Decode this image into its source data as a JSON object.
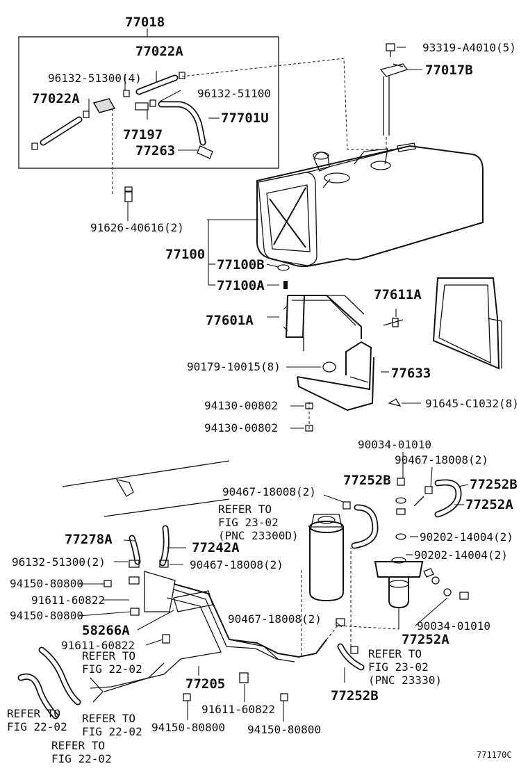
{
  "labels": {
    "l77018": "77018",
    "l77022A_top": "77022A",
    "l96132_51300_4": "96132-51300(4)",
    "l77022A_left": "77022A",
    "l96132_51100": "96132-51100",
    "l77701U": "77701U",
    "l77197": "77197",
    "l77263": "77263",
    "l93319": "93319-A4010(5)",
    "l77017B": "77017B",
    "l91626": "91626-40616(2)",
    "l77100": "77100",
    "l77100B": "77100B",
    "l77100A": "77100A",
    "l77611A": "77611A",
    "l77601A": "77601A",
    "l90179": "90179-10015(8)",
    "l77633": "77633",
    "l94130_a": "94130-00802",
    "l91645": "91645-C1032(8)",
    "l94130_b": "94130-00802",
    "l90034_top": "90034-01010",
    "l90467_topright": "90467-18008(2)",
    "l90467_mid": "90467-18008(2)",
    "l77252B_a": "77252B",
    "l77252B_b": "77252B",
    "l77252A_a": "77252A",
    "refer_2302_a_1": "REFER TO",
    "refer_2302_a_2": "FIG 23-02",
    "refer_2302_a_3": "(PNC 23300D)",
    "l90202_a": "90202-14004(2)",
    "l90202_b": "90202-14004(2)",
    "l77278A": "77278A",
    "l77242A": "77242A",
    "l96132_51300_2": "96132-51300(2)",
    "l90467_left": "90467-18008(2)",
    "l94150_a": "94150-80800",
    "l91611_a": "91611-60822",
    "l94150_b": "94150-80800",
    "l58266A": "58266A",
    "l90467_low": "90467-18008(2)",
    "l90034_low": "90034-01010",
    "l91611_b": "91611-60822",
    "l77252A_b": "77252A",
    "refer_2202_a_1": "REFER TO",
    "refer_2202_a_2": "FIG 22-02",
    "refer_2302_b_1": "REFER TO",
    "refer_2302_b_2": "FIG 23-02",
    "refer_2302_b_3": "(PNC 23330)",
    "l77205": "77205",
    "l91611_c": "91611-60822",
    "l77252B_c": "77252B",
    "refer_2202_b_1": "REFER TO",
    "refer_2202_b_2": "FIG 22-02",
    "refer_2202_c_1": "REFER TO",
    "refer_2202_c_2": "FIG 22-02",
    "l94150_c": "94150-80800",
    "l94150_d": "94150-80800",
    "refer_2202_d_1": "REFER TO",
    "refer_2202_d_2": "FIG 22-02",
    "diagram_code": "771170C"
  }
}
